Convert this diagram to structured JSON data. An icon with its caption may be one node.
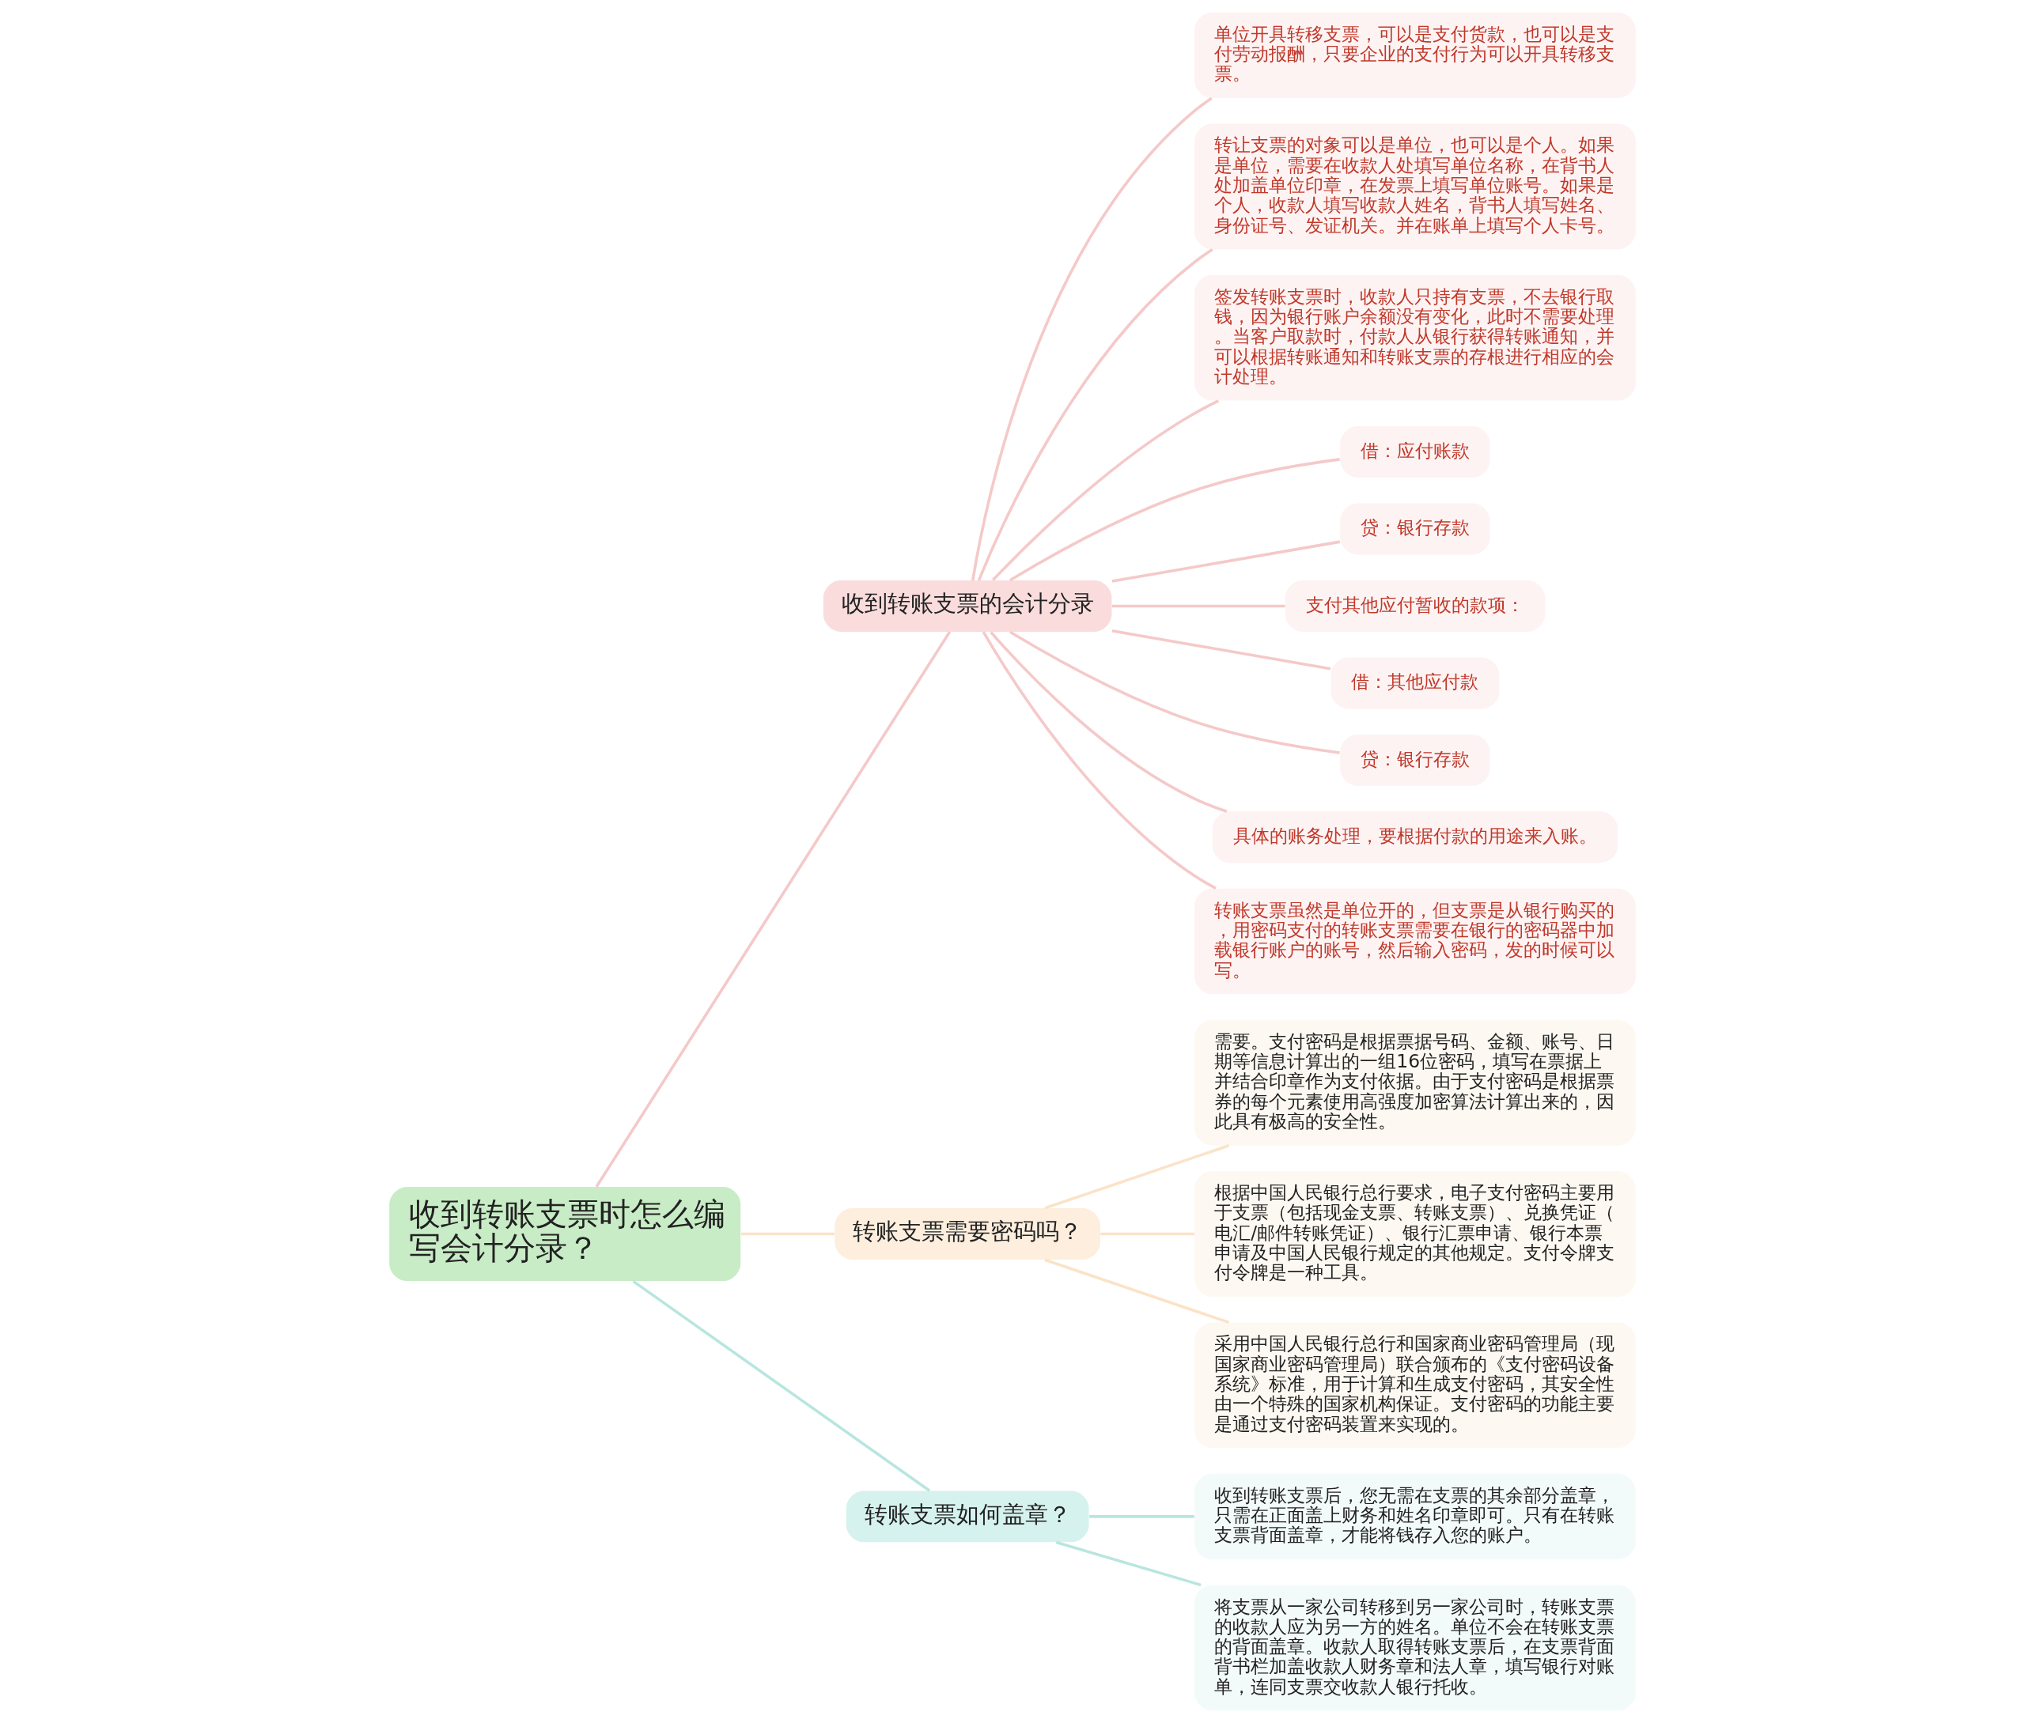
{
  "diagram": {
    "nodes": [
      {
        "text": [
          "收到转账支票时怎么编写会计分录？"
        ]
      },
      {
        "text": [
          "收到转账支票的会计分录"
        ]
      },
      {
        "text": [
          "单位开具转移支票，可以是支付货款，也可以是支付劳动报酬，只要企业的支付行为可以开具转移支票。"
        ]
      },
      {
        "text": [
          "转让支票的对象可以是单位，也可以是个人。如果是单位，需要在收款人处填写单位名称，在背书人处加盖单位印章，在发票上填写单位账号。如果是个人，收款人填写收款人姓名，背书人填写姓名、身份证号、发证机关。并在账单上填写个人卡号。"
        ]
      },
      {
        "text": [
          "签发转账支票时，收款人只持有支票，不去银行取钱，因为银行账户余额没有变化，此时不需要处理。当客户取款时，付款人从银行获得转账通知，并可以根据转账通知和转账支票的存根进行相应的会计处理。"
        ]
      },
      {
        "text": [
          "借：应付账款"
        ]
      },
      {
        "text": [
          "贷：银行存款"
        ]
      },
      {
        "text": [
          "支付其他应付暂收的款项："
        ]
      },
      {
        "text": [
          "借：其他应付款"
        ]
      },
      {
        "text": [
          "贷：银行存款"
        ]
      },
      {
        "text": [
          "具体的账务处理，要根据付款的用途来入账。"
        ]
      },
      {
        "text": [
          "转账支票虽然是单位开的，但支票是从银行购买的，用密码支付的转账支票需要在银行的密码器中加载银行账户的账号，然后输入密码，发的时候可以写。"
        ]
      },
      {
        "text": [
          "转账支票需要密码吗？"
        ]
      },
      {
        "text": [
          "需要。支付密码是根据票据号码、金额、账号、日期等信息计算出的一组16位密码，填写在票据上并结合印章作为支付依据。由于支付密码是根据票券的每个元素使用高强度加密算法计算出来的，因此具有极高的安全性。"
        ]
      },
      {
        "text": [
          "根据中国人民银行总行要求，电子支付密码主要用于支票（包括现金支票、转账支票）、兑换凭证（电汇/邮件转账凭证）、银行汇票申请、银行本票申请及中国人民银行规定的其他规定。支付令牌支付令牌是一种工具。"
        ]
      },
      {
        "text": [
          "采用中国人民银行总行和国家商业密码管理局（现国家商业密码管理局）联合颁布的《支付密码设备系统》标准，用于计算和生成支付密码，其安全性由一个特殊的国家机构保证。支付密码的功能主要是通过支付密码装置来实现的。"
        ]
      },
      {
        "text": [
          "转账支票如何盖章？"
        ]
      },
      {
        "text": [
          "收到转账支票后，您无需在支票的其余部分盖章，只需在正面盖上财务和姓名印章即可。只有在转账支票背面盖章，才能将钱存入您的账户。"
        ]
      },
      {
        "text": [
          "将支票从一家公司转移到另一家公司时，转账支票的收款人应为另一方的姓名。单位不会在转账支票的背面盖章。收款人取得转账支票后，在支票背面背书栏加盖收款人财务章和法人章，填写银行对账单，连同支票交收款人银行托收。"
        ]
      }
    ],
    "edges": [
      {
        "from": 0,
        "to": 1,
        "arrow": "none"
      },
      {
        "from": 1,
        "to": 2,
        "arrow": "none"
      },
      {
        "from": 1,
        "to": 3,
        "arrow": "none"
      },
      {
        "from": 1,
        "to": 4,
        "arrow": "none"
      },
      {
        "from": 1,
        "to": 5,
        "arrow": "none"
      },
      {
        "from": 1,
        "to": 6,
        "arrow": "none"
      },
      {
        "from": 1,
        "to": 7,
        "arrow": "none"
      },
      {
        "from": 1,
        "to": 8,
        "arrow": "none"
      },
      {
        "from": 1,
        "to": 9,
        "arrow": "none"
      },
      {
        "from": 1,
        "to": 10,
        "arrow": "none"
      },
      {
        "from": 1,
        "to": 11,
        "arrow": "none"
      },
      {
        "from": 0,
        "to": 12,
        "arrow": "none",
        "color": "#fbe3c8"
      },
      {
        "from": 12,
        "to": 13,
        "arrow": "none",
        "color": "#fbe3c8"
      },
      {
        "from": 12,
        "to": 14,
        "arrow": "none",
        "color": "#fbe3c8"
      },
      {
        "from": 12,
        "to": 15,
        "arrow": "none",
        "color": "#fbe3c8"
      },
      {
        "from": 0,
        "to": 16,
        "arrow": "none",
        "color": "#b8e6df"
      },
      {
        "from": 16,
        "to": 17,
        "arrow": "none",
        "color": "#b8e6df"
      },
      {
        "from": 16,
        "to": 18,
        "arrow": "none",
        "color": "#b8e6df"
      }
    ]
  }
}
